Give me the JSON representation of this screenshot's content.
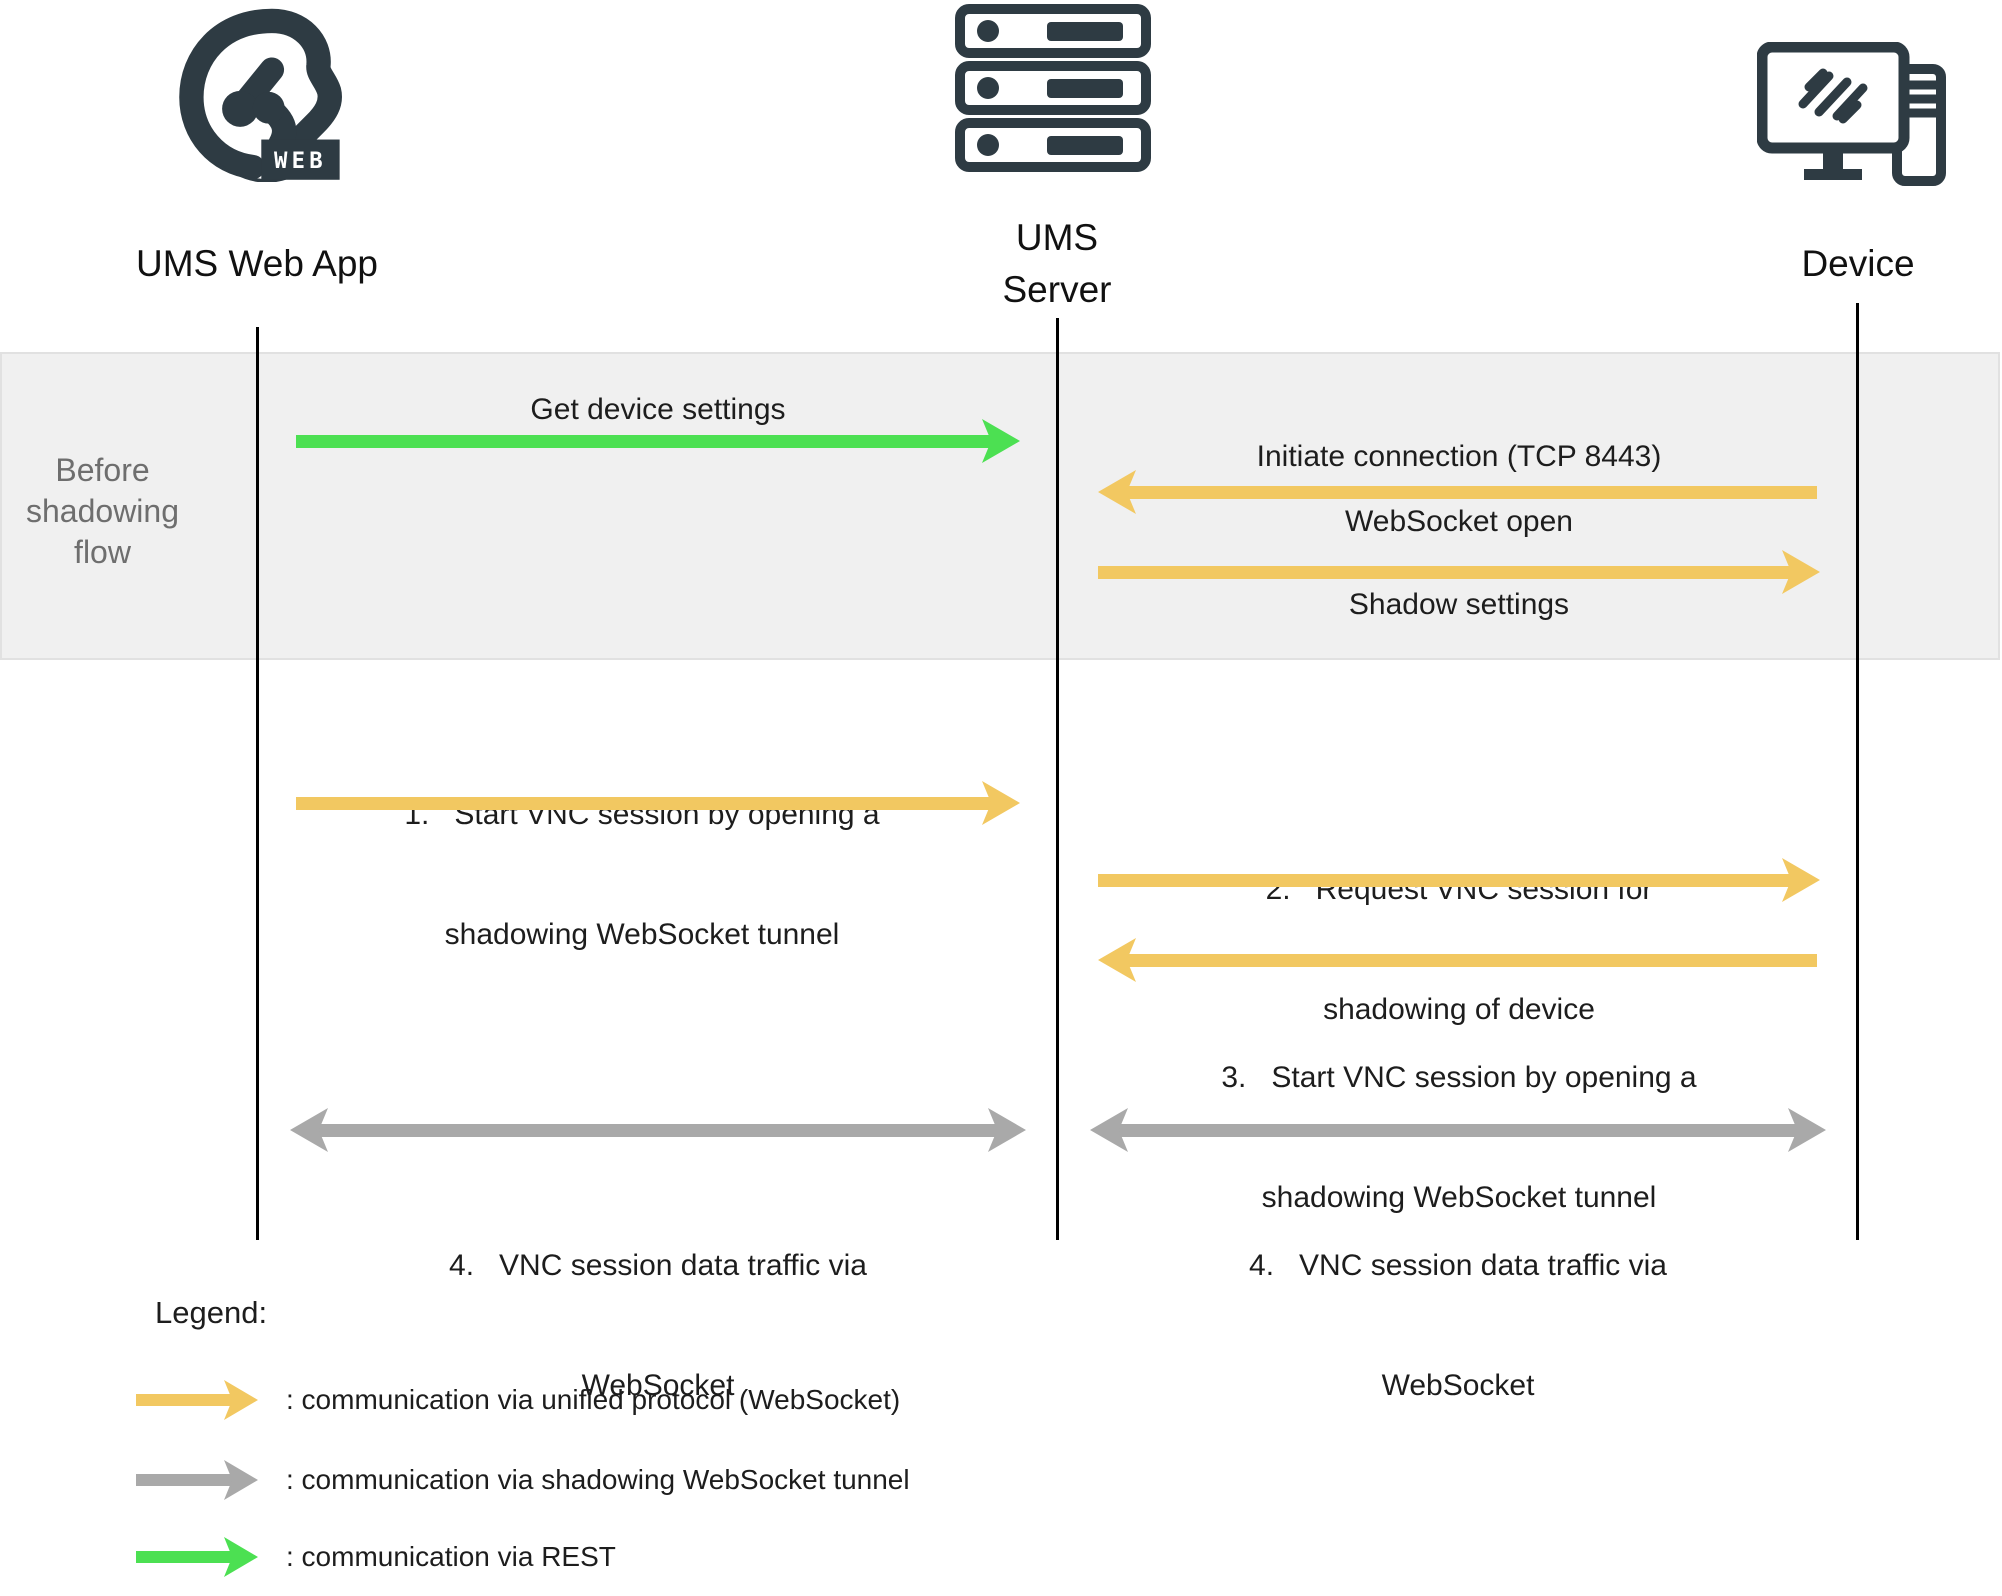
{
  "actors": {
    "webapp": {
      "label": "UMS Web App"
    },
    "server": {
      "label_line1": "UMS",
      "label_line2": "Server"
    },
    "device": {
      "label": "Device"
    }
  },
  "band": {
    "label_line1": "Before",
    "label_line2": "shadowing",
    "label_line3": "flow"
  },
  "messages": {
    "get_device_settings": {
      "text": "Get device settings"
    },
    "initiate_connection": {
      "text": "Initiate connection (TCP 8443)"
    },
    "websocket_open": {
      "text": "WebSocket open"
    },
    "shadow_settings": {
      "text": "Shadow settings"
    },
    "step1": {
      "line1": "1.   Start VNC session by opening a",
      "line2": "shadowing WebSocket tunnel"
    },
    "step2": {
      "line1": "2.   Request VNC session for",
      "line2": "shadowing of device"
    },
    "step3": {
      "line1": "3.   Start VNC session by opening a",
      "line2": "shadowing WebSocket tunnel"
    },
    "step4_left": {
      "line1": "4.   VNC session data traffic via",
      "line2": "WebSocket"
    },
    "step4_right": {
      "line1": "4.   VNC session data traffic via",
      "line2": "WebSocket"
    }
  },
  "legend": {
    "title": "Legend:",
    "items": [
      {
        "arrow_color": "#f2c861",
        "text": ": communication via unified protocol (WebSocket)"
      },
      {
        "arrow_color": "#a9a9a9",
        "text": ": communication via shadowing WebSocket tunnel"
      },
      {
        "arrow_color": "#4ce052",
        "text": ": communication via REST"
      }
    ]
  },
  "icons": {
    "webapp_logo": "ums-web-logo",
    "web_badge_text": "WEB",
    "server_icon": "server-rack-icon",
    "device_icon": "device-monitor-icon"
  },
  "colors": {
    "yellow": "#f2c861",
    "green": "#4ce052",
    "gray": "#a9a9a9",
    "dark": "#2e3b43",
    "band_fill": "#f0f0f0",
    "band_border": "#e1e1e1",
    "muted_text": "#6e6e6e"
  }
}
